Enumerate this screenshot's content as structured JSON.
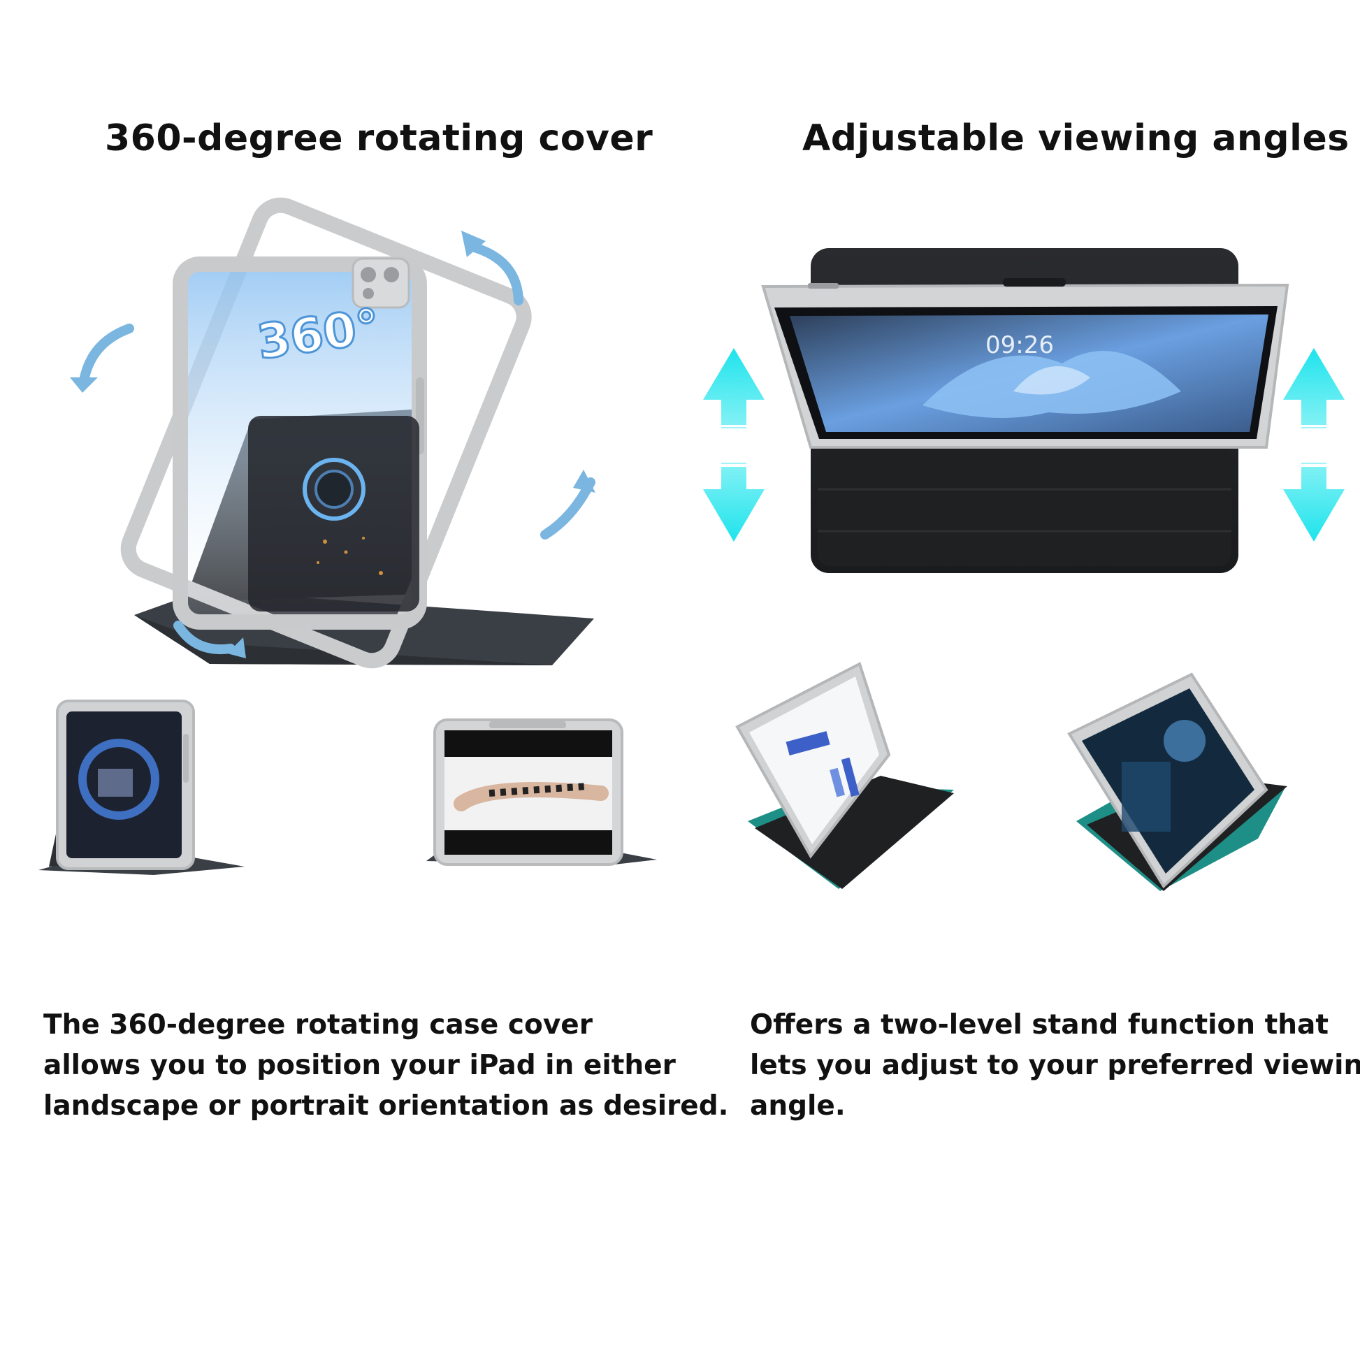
{
  "left": {
    "title": "360-degree rotating cover",
    "badge": "360°",
    "description": [
      "The 360-degree rotating case cover",
      "allows you to position your iPad in either",
      "landscape or portrait orientation as desired."
    ]
  },
  "right": {
    "title": "Adjustable viewing angles",
    "clock": "09:26",
    "description": [
      "Offers a two-level stand function that",
      "lets you adjust to your preferred viewing",
      "angle."
    ]
  },
  "colors": {
    "arrow_cyan": "#21e5ee",
    "rotate_arrow_blue": "#7ab6e0",
    "case_dark": "#2c3035",
    "frame_grey": "#c9cbcd",
    "screen_blue": "#6aa8e8",
    "teal_lining": "#1e8f86"
  }
}
